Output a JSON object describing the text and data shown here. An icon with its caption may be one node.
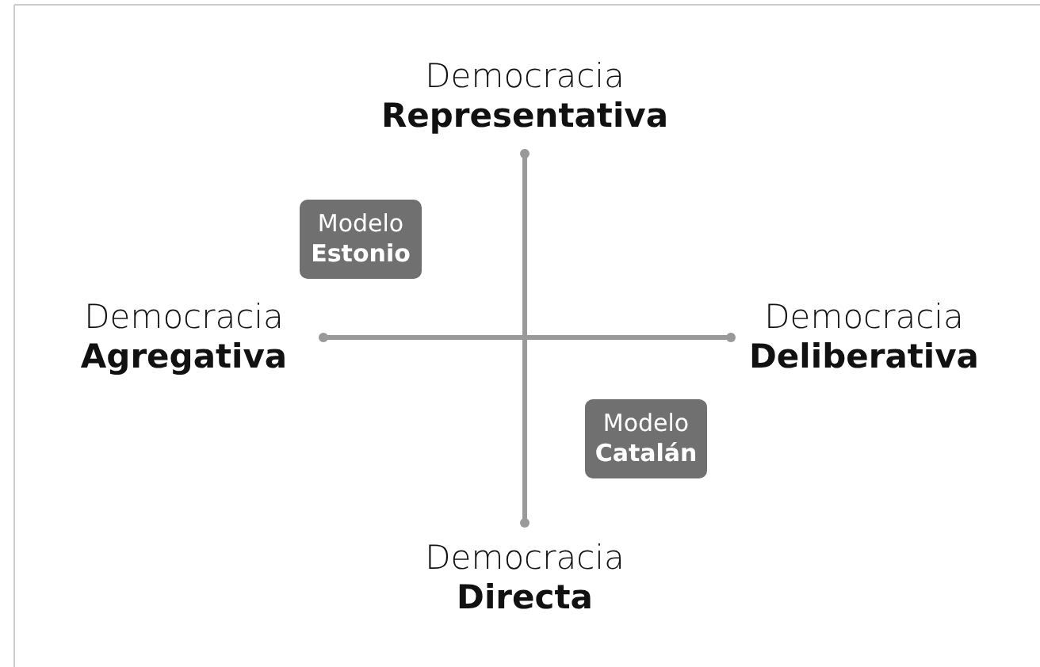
{
  "diagram": {
    "nodes": [
      {
        "text": [
          "Modelo **Estonio**"
        ]
      },
      {
        "text": [
          "Modelo **Catalán**"
        ]
      }
    ],
    "labels": [
      "Democracia **Representativa**",
      "Democracia **Agregativa**",
      "Democracia **Deliberativa**",
      "Democracia **Directa**"
    ]
  }
}
